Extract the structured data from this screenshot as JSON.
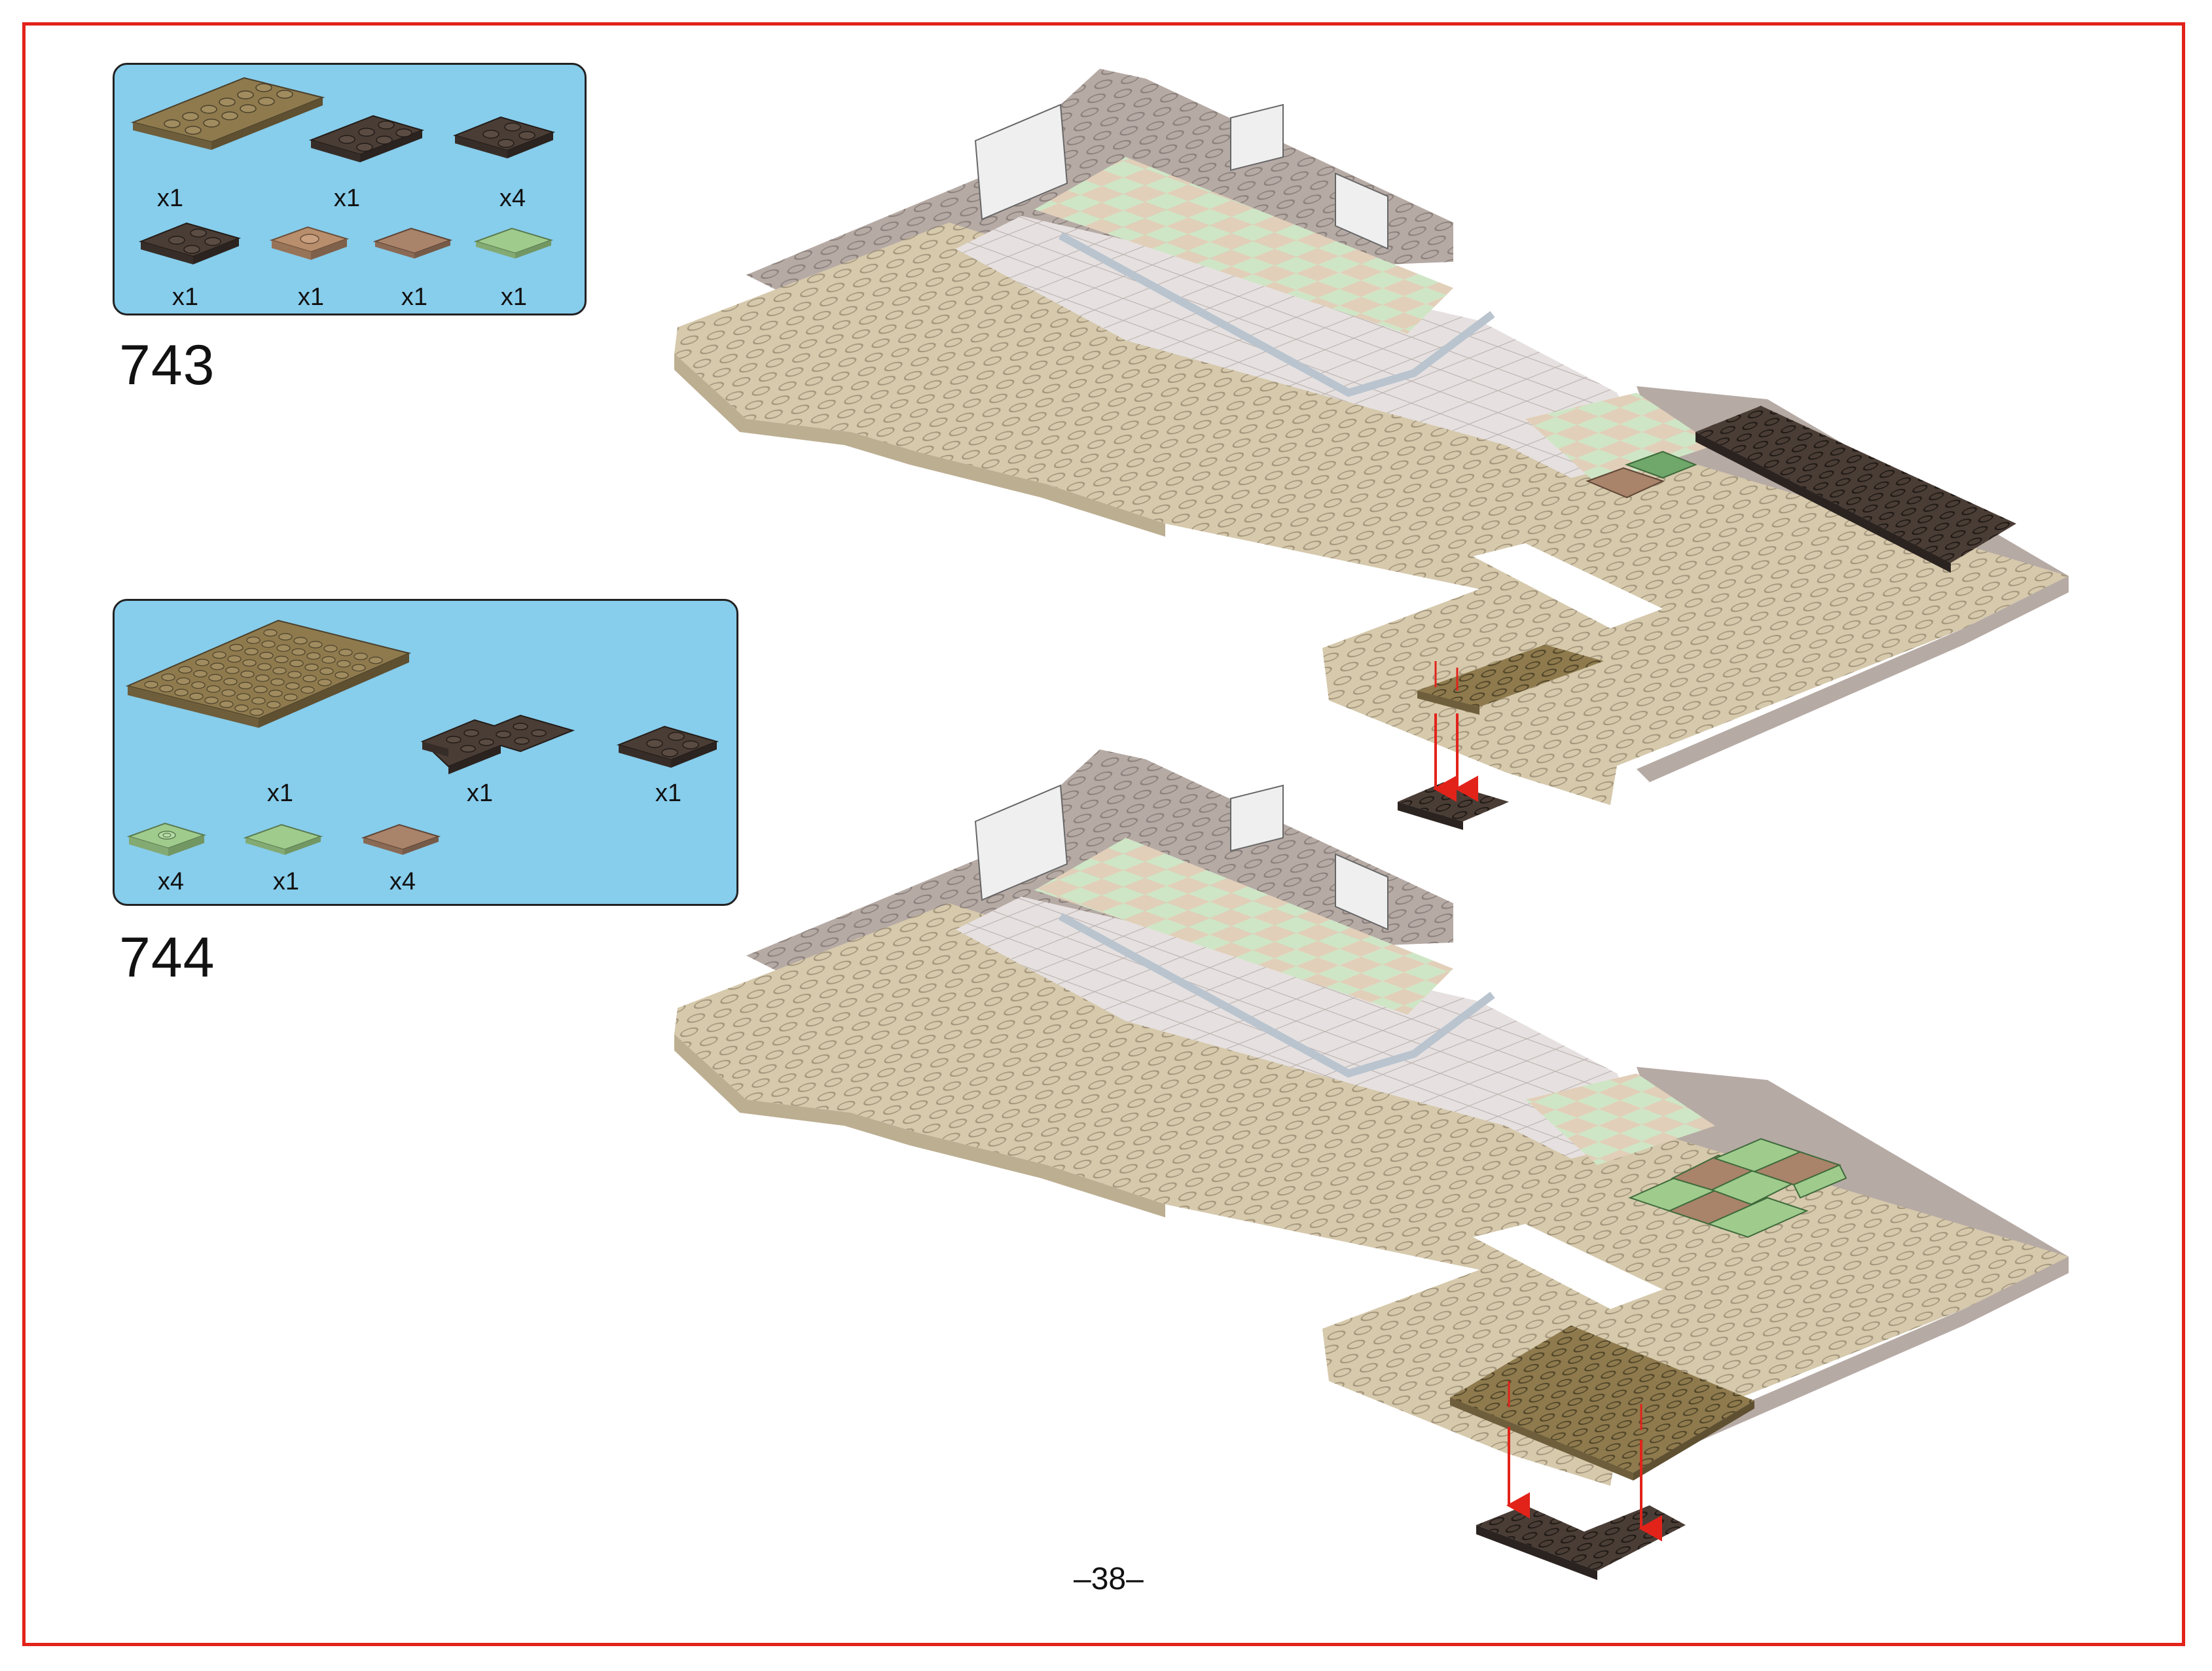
{
  "steps": [
    {
      "number": "743",
      "parts": [
        {
          "name": "2x6 dark tan plate",
          "color": "#8e7a4d",
          "qty": "x1"
        },
        {
          "name": "2x3 dark brown plate",
          "color": "#4a3d36",
          "qty": "x1"
        },
        {
          "name": "2x2 dark brown plate",
          "color": "#4a3d36",
          "qty": "x4"
        },
        {
          "name": "2x2 dark brown plate",
          "color": "#4a3d36",
          "qty": "x1"
        },
        {
          "name": "1x1 jumper tan plate",
          "color": "#b88e6d",
          "qty": "x1"
        },
        {
          "name": "1x1 medium nougat tile",
          "color": "#a9836a",
          "qty": "x1"
        },
        {
          "name": "1x1 sand green tile",
          "color": "#9fcc8d",
          "qty": "x1"
        }
      ]
    },
    {
      "number": "744",
      "parts": [
        {
          "name": "8x8 dark tan plate",
          "color": "#8e7a4d",
          "qty": "x1"
        },
        {
          "name": "corner dark brown plate",
          "color": "#4a3d36",
          "qty": "x1"
        },
        {
          "name": "2x2 dark brown plate",
          "color": "#4a3d36",
          "qty": "x1"
        },
        {
          "name": "1x1 jumper sand green plate",
          "color": "#9fcc8d",
          "qty": "x4"
        },
        {
          "name": "1x1 sand green tile",
          "color": "#9fcc8d",
          "qty": "x1"
        },
        {
          "name": "1x1 medium nougat tile",
          "color": "#a9836a",
          "qty": "x4"
        }
      ]
    }
  ],
  "page_number": "–38–",
  "colors": {
    "frame": "#e2231a",
    "parts_box": "#87cdec",
    "baseplate_tan": "#d6c9ac",
    "wall_gray": "#b6aaa5",
    "path_white": "#e6e1e0",
    "tile_green": "#cfe6c6",
    "tile_beige": "#e2cfb9",
    "arrow": "#e2231a"
  }
}
